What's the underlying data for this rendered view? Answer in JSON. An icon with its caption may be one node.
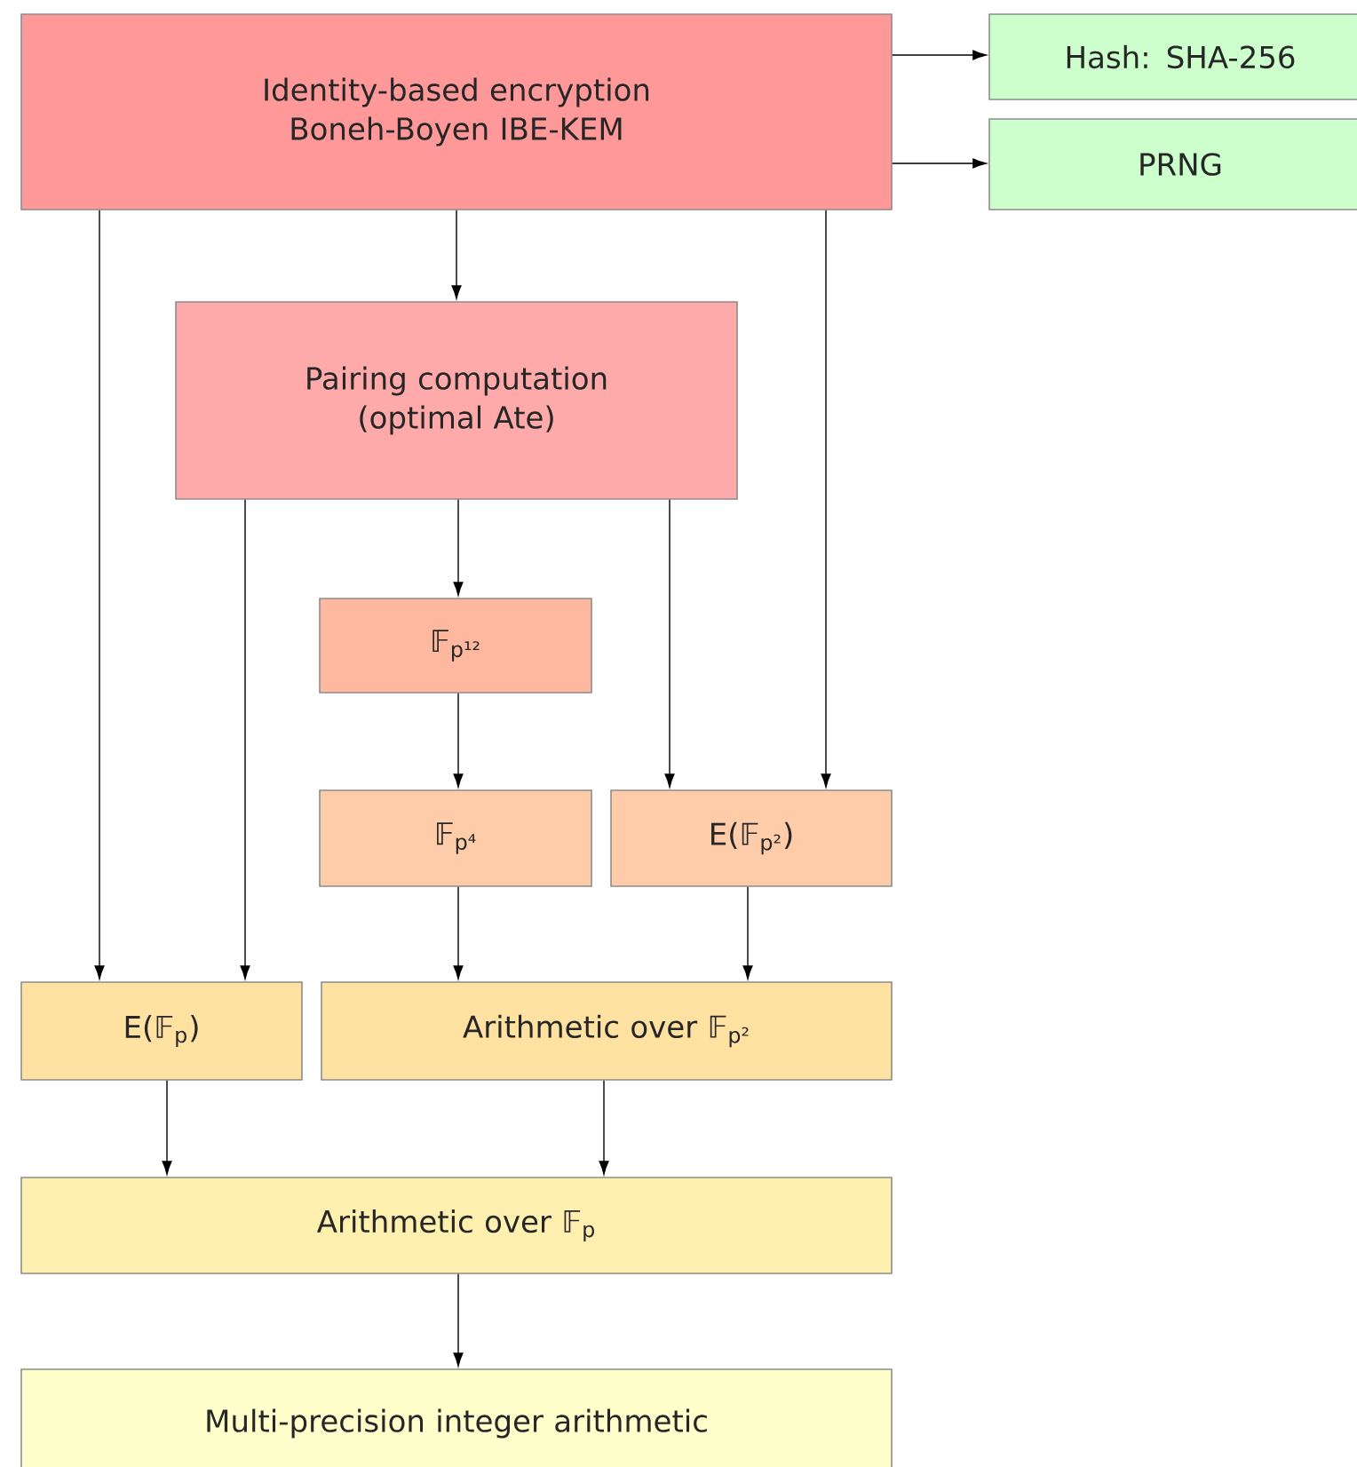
{
  "diagram": {
    "nodes": [
      {
        "text": [
          "Identity-based encryption Boneh-Boyen IBE-KEM"
        ]
      },
      {
        "text": [
          "Hash: SHA-256"
        ]
      },
      {
        "text": [
          "PRNG"
        ]
      },
      {
        "text": [
          "Pairing computation (optimal Ate)"
        ]
      },
      {
        "text": [
          "𝔽$_{p¹²}$"
        ]
      },
      {
        "text": [
          "𝔽$_{p⁴}$"
        ]
      },
      {
        "text": [
          "E(𝔽$_{p²}$)"
        ]
      },
      {
        "text": [
          "E(𝔽$_{p}$)"
        ]
      },
      {
        "text": [
          "Arithmetic over 𝔽$_{p²}$"
        ]
      },
      {
        "text": [
          "Arithmetic over 𝔽$_{p}$"
        ]
      },
      {
        "text": [
          "Multi-precision integer arithmetic"
        ]
      }
    ],
    "edges": [
      {
        "from": 0,
        "to": 1,
        "arrow": "to"
      },
      {
        "from": 0,
        "to": 2,
        "arrow": "to"
      },
      {
        "from": 0,
        "to": 3,
        "arrow": "to"
      },
      {
        "from": 0,
        "to": 7,
        "arrow": "to"
      },
      {
        "from": 0,
        "to": 6,
        "arrow": "to"
      },
      {
        "from": 3,
        "to": 7,
        "arrow": "to"
      },
      {
        "from": 3,
        "to": 4,
        "arrow": "to"
      },
      {
        "from": 3,
        "to": 6,
        "arrow": "to"
      },
      {
        "from": 4,
        "to": 5,
        "arrow": "to"
      },
      {
        "from": 5,
        "to": 8,
        "arrow": "to"
      },
      {
        "from": 6,
        "to": 8,
        "arrow": "to"
      },
      {
        "from": 7,
        "to": 9,
        "arrow": "to"
      },
      {
        "from": 8,
        "to": 9,
        "arrow": "to"
      },
      {
        "from": 9,
        "to": 10,
        "arrow": "to"
      }
    ]
  }
}
